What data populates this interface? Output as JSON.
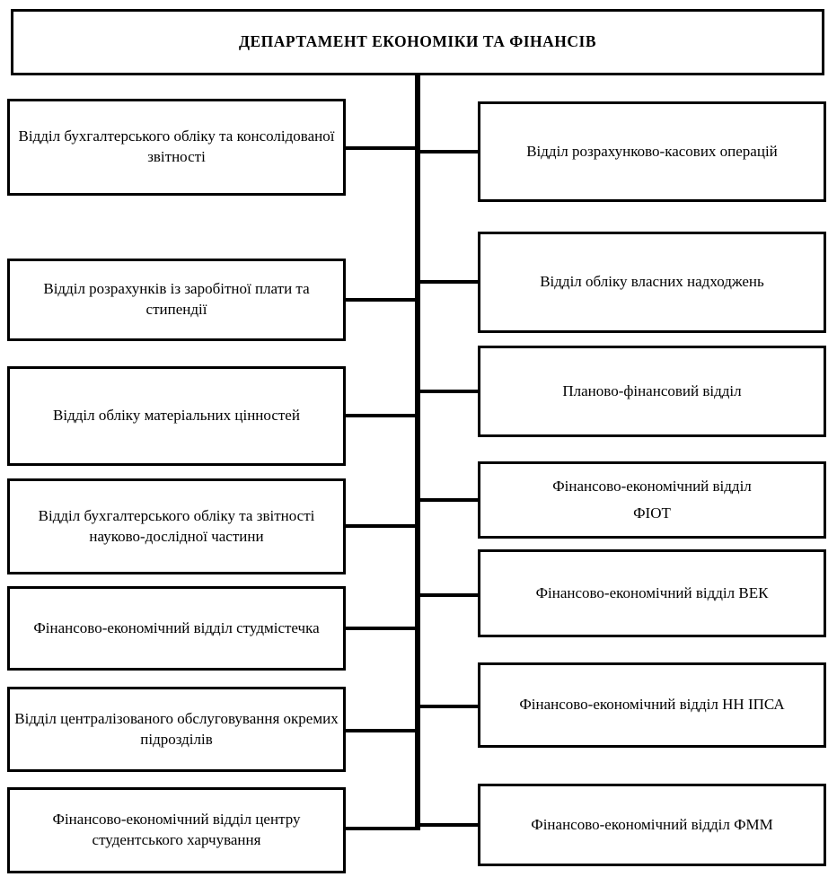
{
  "title": "ДЕПАРТАМЕНТ ЕКОНОМІКИ ТА ФІНАНСІВ",
  "left_boxes": [
    {
      "label": "Відділ бухгалтерського обліку та консолідованої звітності"
    },
    {
      "label": "Відділ розрахунків із заробітної плати та стипендії"
    },
    {
      "label": "Відділ обліку матеріальних цінностей"
    },
    {
      "label": "Відділ бухгалтерського обліку та звітності науково-дослідної частини"
    },
    {
      "label": "Фінансово-економічний відділ студмістечка"
    },
    {
      "label": "Відділ централізованого обслуговування окремих підрозділів"
    },
    {
      "label": "Фінансово-економічний відділ центру студентського харчування"
    }
  ],
  "right_boxes": [
    {
      "label": "Відділ розрахунково-касових операцій"
    },
    {
      "label": "Відділ обліку власних надходжень"
    },
    {
      "label": "Планово-фінансовий відділ"
    },
    {
      "label": "Фінансово-економічний відділ ФІОТ"
    },
    {
      "label": "Фінансово-економічний відділ  ВЕК"
    },
    {
      "label": "Фінансово-економічний відділ НН ІПСА"
    },
    {
      "label": "Фінансово-економічний відділ ФММ"
    }
  ],
  "colors": {
    "line": "#000000",
    "background": "#ffffff",
    "text": "#000000"
  }
}
